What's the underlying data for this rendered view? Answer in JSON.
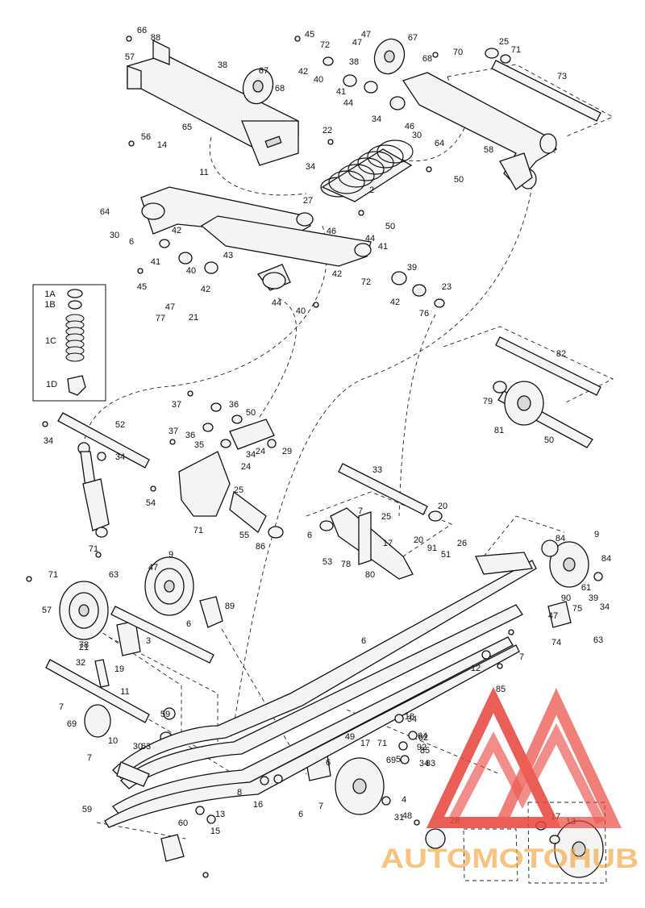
{
  "diagram": {
    "callouts": [
      "66",
      "88",
      "57",
      "45",
      "72",
      "47",
      "67",
      "25",
      "71",
      "70",
      "38",
      "38",
      "42",
      "40",
      "41",
      "44",
      "68",
      "47",
      "67",
      "68",
      "73",
      "65",
      "22",
      "34",
      "46",
      "30",
      "64",
      "58",
      "56",
      "14",
      "11",
      "34",
      "50",
      "2",
      "27",
      "50",
      "64",
      "30",
      "6",
      "42",
      "46",
      "44",
      "41",
      "40",
      "42",
      "43",
      "42",
      "41",
      "39",
      "72",
      "45",
      "44",
      "40",
      "42",
      "76",
      "23",
      "47",
      "21",
      "77",
      "82",
      "79",
      "81",
      "50",
      "37",
      "36",
      "50",
      "37",
      "36",
      "35",
      "34",
      "24",
      "29",
      "34",
      "52",
      "34",
      "24",
      "33",
      "25",
      "54",
      "71",
      "55",
      "86",
      "20",
      "7",
      "25",
      "17",
      "20",
      "6",
      "53",
      "78",
      "91",
      "80",
      "51",
      "26",
      "84",
      "9",
      "84",
      "71",
      "9",
      "71",
      "63",
      "47",
      "57",
      "89",
      "6",
      "78",
      "61",
      "75",
      "39",
      "34",
      "90",
      "47",
      "63",
      "74",
      "3",
      "21",
      "19",
      "7",
      "6",
      "32",
      "11",
      "18",
      "12",
      "85",
      "7",
      "69",
      "59",
      "49",
      "34",
      "17",
      "10",
      "30",
      "62",
      "63",
      "64",
      "7",
      "71",
      "85",
      "69",
      "92",
      "34",
      "6",
      "5",
      "83",
      "31",
      "8",
      "16",
      "7",
      "6",
      "4",
      "48",
      "28",
      "17",
      "13",
      "59",
      "60",
      "13",
      "15"
    ],
    "inset_labels": [
      "1A",
      "1B",
      "1C",
      "1D"
    ],
    "watermark": "AUTOMOTOHUB"
  },
  "colors": {
    "line": "#111111",
    "watermark_red": "#e8433a",
    "watermark_orange": "#f2a23a",
    "watermark_gray": "#9a9a9a"
  }
}
